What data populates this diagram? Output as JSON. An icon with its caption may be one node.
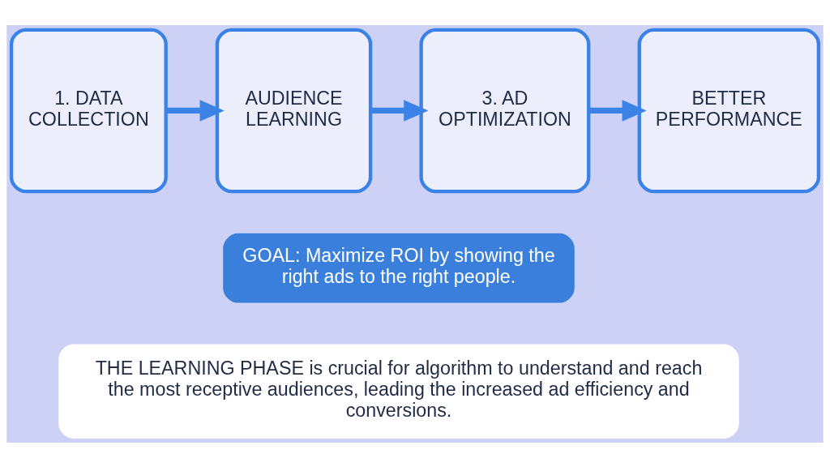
{
  "diagram": {
    "nodes": [
      {
        "text": [
          "1. DATA COLLECTION"
        ]
      },
      {
        "text": [
          "AUDIENCE LEARNING"
        ]
      },
      {
        "text": [
          "3. AD OPTIMIZATION"
        ]
      },
      {
        "text": [
          "BETTER PERFORMANCE"
        ]
      },
      {
        "text": [
          "GOAL: Maximize ROI by showing the right ads to the right people."
        ]
      },
      {
        "text": [
          "THE LEARNING PHASE is crucial for algorithm to understand and reach the most receptive audiences, leading the increased ad efficiency and conversions."
        ]
      }
    ],
    "edges": [
      {
        "from": 0,
        "to": 1,
        "arrow": "to"
      },
      {
        "from": 1,
        "to": 2,
        "arrow": "to"
      },
      {
        "from": 2,
        "to": 3,
        "arrow": "to"
      }
    ]
  }
}
